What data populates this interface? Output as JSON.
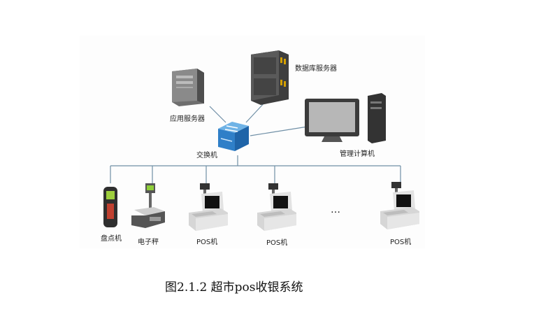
{
  "diagram": {
    "labels": {
      "db_server": "数据库服务器",
      "app_server": "应用服务器",
      "mgmt_computer": "管理计算机",
      "switch": "交换机",
      "inventory_device": "盘点机",
      "scale": "电子秤",
      "pos1": "POS机",
      "pos2": "POS机",
      "pos3": "POS机",
      "ellipsis": "…"
    },
    "caption": "图2.1.2 超市pos收银系统"
  }
}
